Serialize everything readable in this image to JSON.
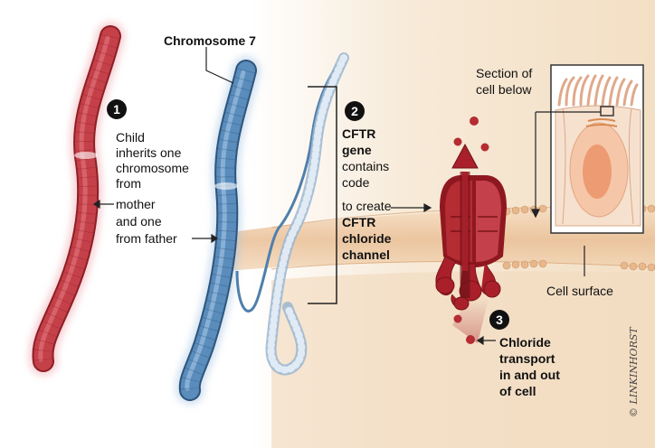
{
  "labels": {
    "chromosome7": "Chromosome 7",
    "step1_lines": [
      "Child",
      "inherits one",
      "chromosome",
      "from",
      "mother",
      "and one",
      "from father"
    ],
    "step2_lines": [
      "CFTR",
      "gene",
      "contains",
      "code",
      "to create",
      "CFTR",
      "chloride",
      "channel"
    ],
    "step3_lines": [
      "Chloride",
      "transport",
      "in and out",
      "of cell"
    ],
    "section_lines": [
      "Section of",
      "cell below"
    ],
    "cell_surface": "Cell surface",
    "credit": "© LINKINHORST"
  },
  "step_numbers": [
    "1",
    "2",
    "3"
  ],
  "colors": {
    "maternal_chromosome": "#b8323a",
    "paternal_chromosome": "#4f7fac",
    "membrane": "#e8c19a",
    "cytoplasm": "#f2dcc0",
    "channel": "#a9202a",
    "chloride_ion": "#b52c33"
  }
}
